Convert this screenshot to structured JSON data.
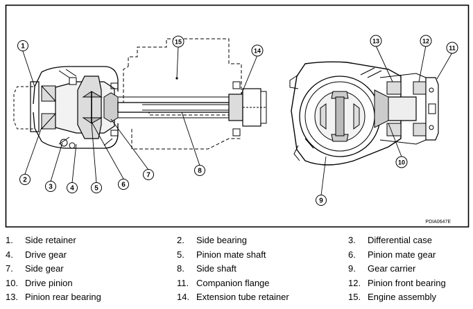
{
  "figure": {
    "code": "PDIA0647E",
    "callouts": [
      "1",
      "2",
      "3",
      "4",
      "5",
      "6",
      "7",
      "8",
      "9",
      "10",
      "11",
      "12",
      "13",
      "14",
      "15"
    ]
  },
  "legend": [
    {
      "num": "1.",
      "label": "Side retainer"
    },
    {
      "num": "2.",
      "label": "Side bearing"
    },
    {
      "num": "3.",
      "label": "Differential case"
    },
    {
      "num": "4.",
      "label": "Drive gear"
    },
    {
      "num": "5.",
      "label": "Pinion mate shaft"
    },
    {
      "num": "6.",
      "label": "Pinion mate gear"
    },
    {
      "num": "7.",
      "label": "Side gear"
    },
    {
      "num": "8.",
      "label": "Side shaft"
    },
    {
      "num": "9.",
      "label": "Gear carrier"
    },
    {
      "num": "10.",
      "label": "Drive pinion"
    },
    {
      "num": "11.",
      "label": "Companion flange"
    },
    {
      "num": "12.",
      "label": "Pinion front bearing"
    },
    {
      "num": "13.",
      "label": "Pinion rear bearing"
    },
    {
      "num": "14.",
      "label": "Extension tube retainer"
    },
    {
      "num": "15.",
      "label": "Engine assembly"
    }
  ]
}
